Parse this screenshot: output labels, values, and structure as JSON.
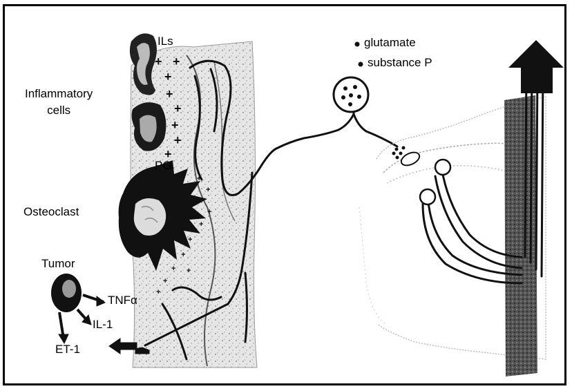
{
  "labels": {
    "ils": "ILs",
    "inflammatory_cells": "Inflammatory\ncells",
    "pg": "PG",
    "osteoclast": "Osteoclast",
    "tumor": "Tumor",
    "tnf": "TNFα",
    "il1": "IL-1",
    "et1": "ET-1",
    "glutamate": "glutamate",
    "substance_p": "substance P"
  },
  "plus_sign": "+",
  "colors": {
    "ink": "#000000",
    "bone": "#e8e8e8",
    "cord": "#d9d9d9"
  }
}
